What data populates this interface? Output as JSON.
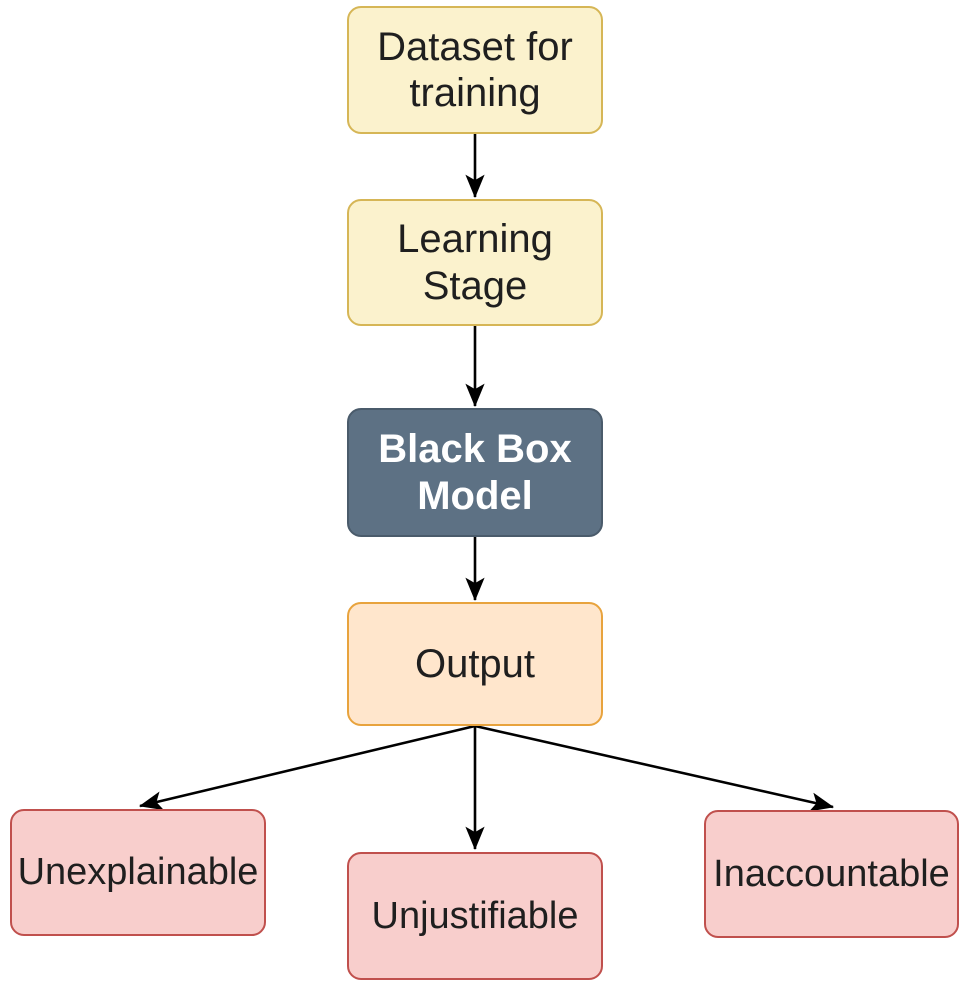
{
  "diagram": {
    "type": "flowchart",
    "title": "Black Box Model pipeline flowchart",
    "orientation": "top-to-bottom",
    "background_color": "#ffffff",
    "palette": {
      "cream_fill": "#fbf2cd",
      "cream_border": "#d6b656",
      "slate_fill": "#5d7184",
      "slate_border": "#4a5b6b",
      "slate_text": "#ffffff",
      "peach_fill": "#ffe6cc",
      "peach_border": "#e8a33d",
      "pink_fill": "#f8cecc",
      "pink_border": "#c0504d",
      "text_color": "#1f1f1f",
      "edge_color": "#000000"
    },
    "nodes": [
      {
        "id": "dataset",
        "label": "Dataset for\ntraining",
        "fill": "#fbf2cd",
        "border": "#d6b656",
        "text_color": "#1f1f1f"
      },
      {
        "id": "learning",
        "label": "Learning\nStage",
        "fill": "#fbf2cd",
        "border": "#d6b656",
        "text_color": "#1f1f1f"
      },
      {
        "id": "blackbox",
        "label": "Black Box\nModel",
        "fill": "#5d7184",
        "border": "#4a5b6b",
        "text_color": "#ffffff"
      },
      {
        "id": "output",
        "label": "Output",
        "fill": "#ffe6cc",
        "border": "#e8a33d",
        "text_color": "#1f1f1f"
      },
      {
        "id": "unexplainable",
        "label": "Unexplainable",
        "fill": "#f8cecc",
        "border": "#c0504d",
        "text_color": "#1f1f1f"
      },
      {
        "id": "unjustifiable",
        "label": "Unjustifiable",
        "fill": "#f8cecc",
        "border": "#c0504d",
        "text_color": "#1f1f1f"
      },
      {
        "id": "inaccountable",
        "label": "Inaccountable",
        "fill": "#f8cecc",
        "border": "#c0504d",
        "text_color": "#1f1f1f"
      }
    ],
    "edges": [
      {
        "id": "e1",
        "from": "dataset",
        "to": "learning",
        "label": "",
        "arrowhead": "solid-triangle"
      },
      {
        "id": "e2",
        "from": "learning",
        "to": "blackbox",
        "label": "",
        "arrowhead": "solid-triangle"
      },
      {
        "id": "e3",
        "from": "blackbox",
        "to": "output",
        "label": "",
        "arrowhead": "solid-triangle"
      },
      {
        "id": "e4",
        "from": "output",
        "to": "unexplainable",
        "label": "",
        "arrowhead": "solid-triangle"
      },
      {
        "id": "e5",
        "from": "output",
        "to": "unjustifiable",
        "label": "",
        "arrowhead": "solid-triangle"
      },
      {
        "id": "e6",
        "from": "output",
        "to": "inaccountable",
        "label": "",
        "arrowhead": "solid-triangle"
      }
    ]
  }
}
